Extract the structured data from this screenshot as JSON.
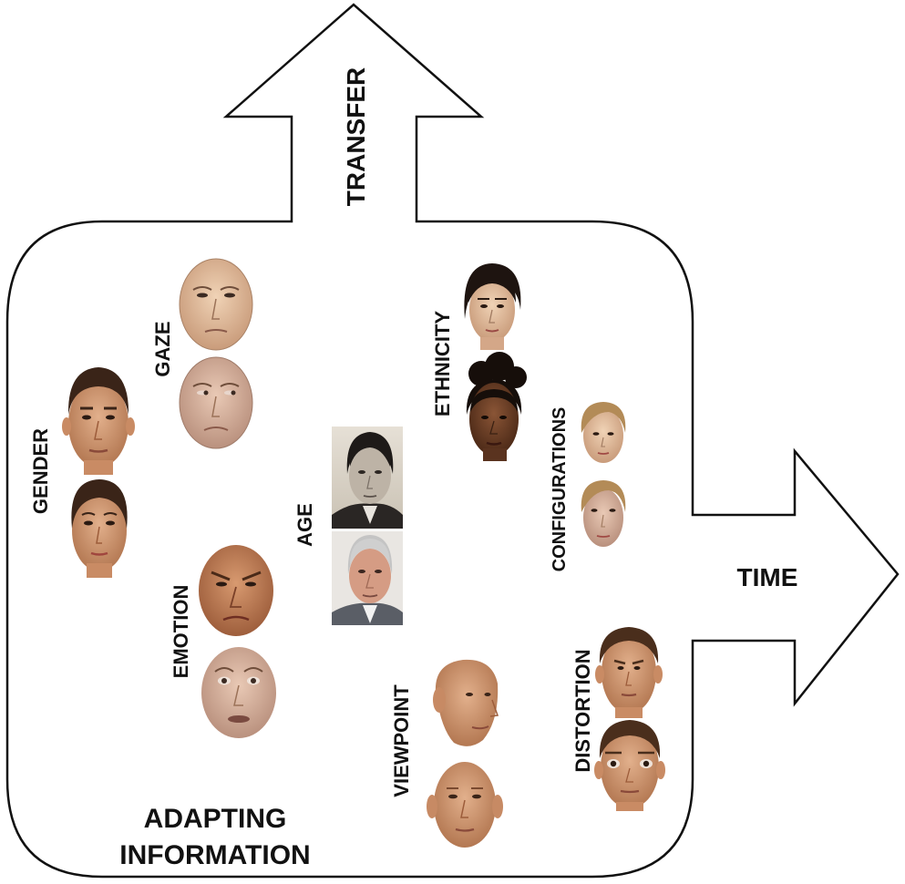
{
  "labels": {
    "transfer": "TRANSFER",
    "time": "TIME",
    "adapting_line1": "ADAPTING",
    "adapting_line2": "INFORMATION",
    "gaze": "GAZE",
    "gender": "GENDER",
    "emotion": "EMOTION",
    "age": "AGE",
    "ethnicity": "ETHNICITY",
    "configurations": "CONFIGURATIONS",
    "viewpoint": "VIEWPOINT",
    "distortion": "DISTORTION"
  },
  "colors": {
    "outline": "#111111",
    "background": "#ffffff",
    "skin_light": "#e8c3a2",
    "skin_pale": "#d9b39a",
    "skin_warm": "#c98b64",
    "skin_dark": "#6b4027",
    "skin_mid": "#b87a57",
    "hair_dark": "#2a1a12",
    "hair_brown": "#4a2e1c",
    "hair_blonde": "#b38b57",
    "hair_grey": "#bdbdbd",
    "photo_sepia": "#d8d2c8"
  },
  "faces": [
    {
      "group": "gaze",
      "desc_icon": "elderly-woman-face-icon"
    },
    {
      "group": "gaze",
      "desc_icon": "elderly-woman-averted-gaze-face-icon"
    },
    {
      "group": "gender",
      "desc_icon": "male-face-icon"
    },
    {
      "group": "gender",
      "desc_icon": "female-face-icon"
    },
    {
      "group": "emotion",
      "desc_icon": "angry-face-icon"
    },
    {
      "group": "emotion",
      "desc_icon": "fearful-face-icon"
    },
    {
      "group": "age",
      "desc_icon": "young-man-photo-icon"
    },
    {
      "group": "age",
      "desc_icon": "old-man-photo-icon"
    },
    {
      "group": "ethnicity",
      "desc_icon": "caucasian-woman-face-icon"
    },
    {
      "group": "ethnicity",
      "desc_icon": "african-woman-face-icon"
    },
    {
      "group": "configurations",
      "desc_icon": "woman-face-original-icon"
    },
    {
      "group": "configurations",
      "desc_icon": "woman-face-altered-icon"
    },
    {
      "group": "viewpoint",
      "desc_icon": "head-three-quarter-view-icon"
    },
    {
      "group": "viewpoint",
      "desc_icon": "head-frontal-view-icon"
    },
    {
      "group": "distortion",
      "desc_icon": "man-face-contracted-icon"
    },
    {
      "group": "distortion",
      "desc_icon": "man-face-expanded-icon"
    }
  ]
}
